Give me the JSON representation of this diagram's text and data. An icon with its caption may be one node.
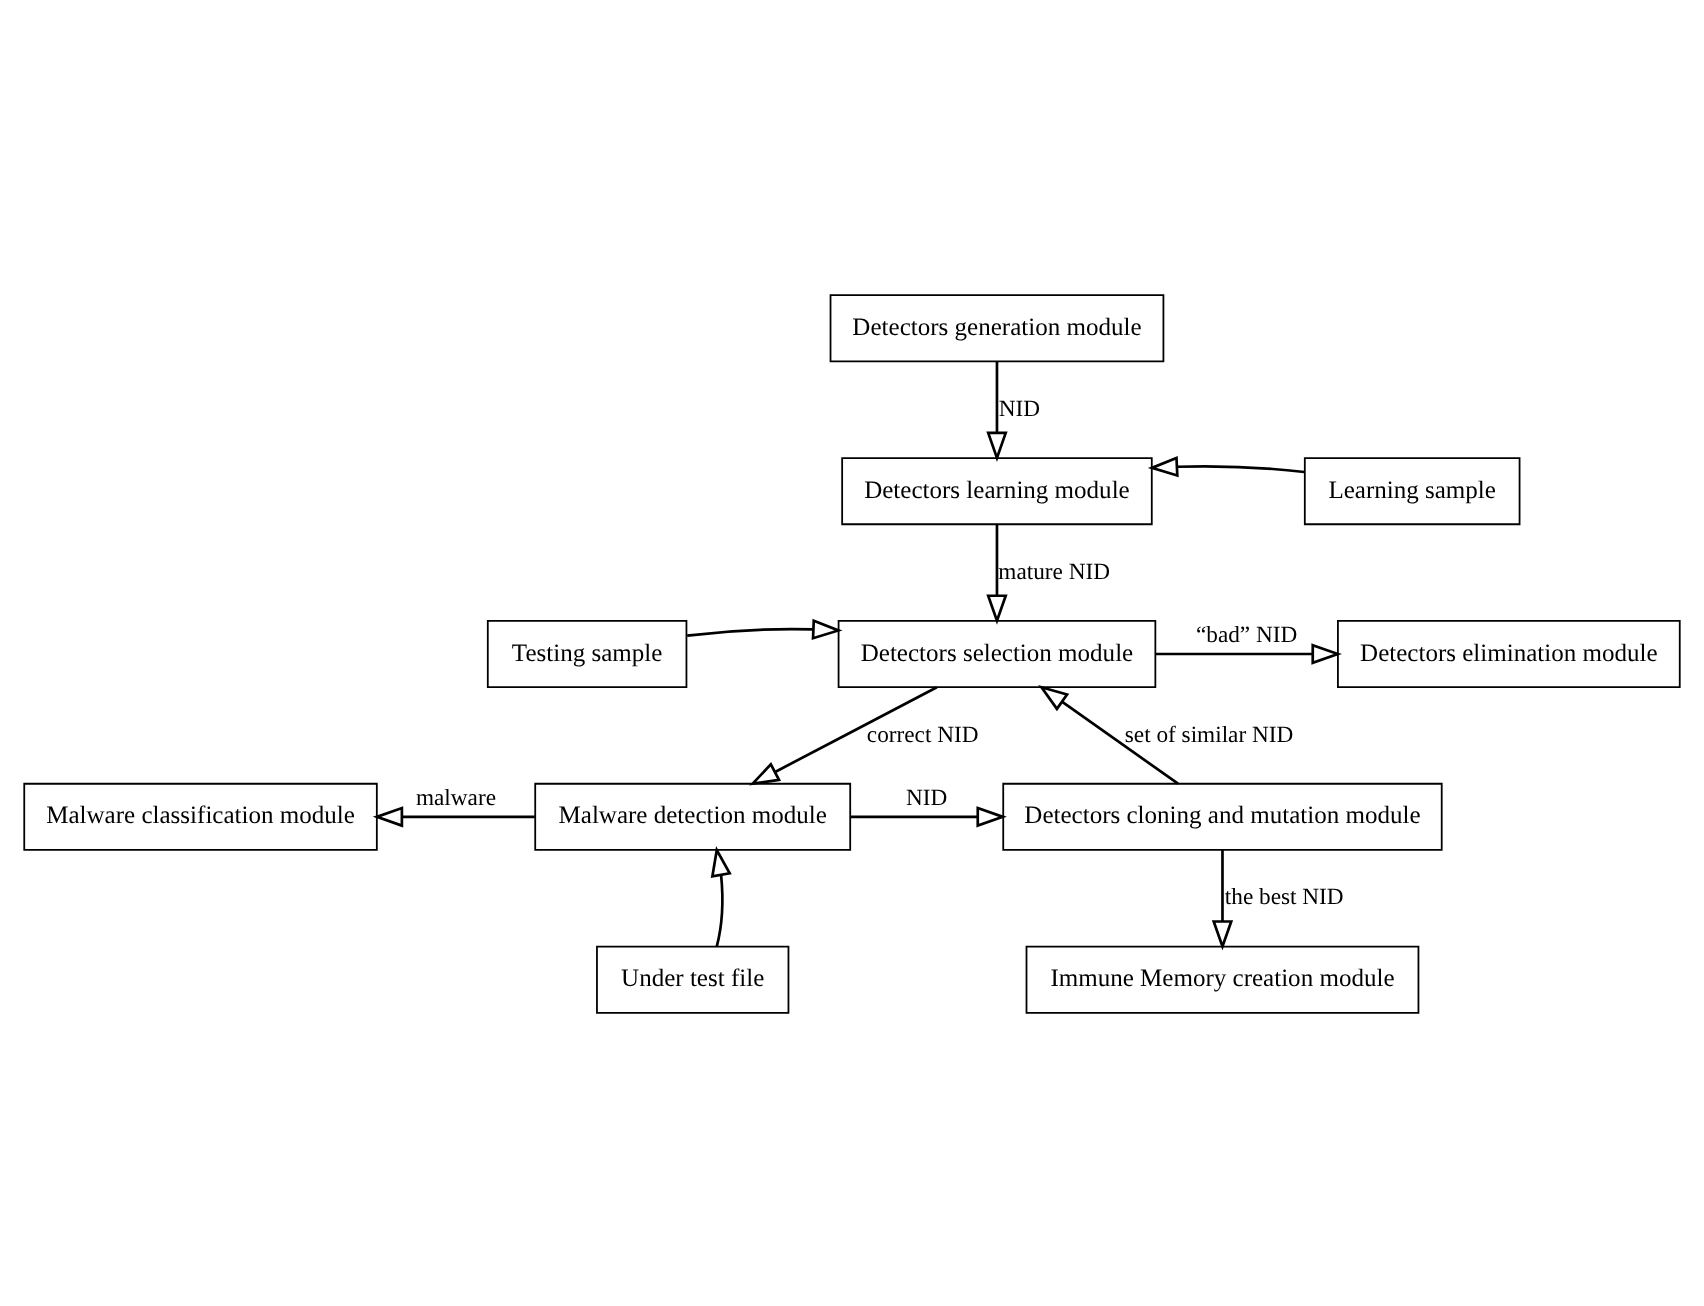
{
  "diagram": {
    "nodes": [
      {
        "text": [
          "Detectors generation module"
        ]
      },
      {
        "text": [
          "Detectors learning module"
        ]
      },
      {
        "text": [
          "Learning sample"
        ]
      },
      {
        "text": [
          "Testing sample"
        ]
      },
      {
        "text": [
          "Detectors selection module"
        ]
      },
      {
        "text": [
          "Detectors elimination module"
        ]
      },
      {
        "text": [
          "Malware classification module"
        ]
      },
      {
        "text": [
          "Malware detection module"
        ]
      },
      {
        "text": [
          "Detectors cloning and mutation module"
        ]
      },
      {
        "text": [
          "Under test file"
        ]
      },
      {
        "text": [
          "Immune Memory creation module"
        ]
      }
    ],
    "edges": [
      {
        "from": 0,
        "to": 1,
        "arrow": "to",
        "label": "NID"
      },
      {
        "from": 2,
        "to": 1,
        "arrow": "to"
      },
      {
        "from": 1,
        "to": 4,
        "arrow": "to",
        "label": "mature NID"
      },
      {
        "from": 3,
        "to": 4,
        "arrow": "to"
      },
      {
        "from": 4,
        "to": 5,
        "arrow": "to",
        "label": "“bad” NID"
      },
      {
        "from": 4,
        "to": 7,
        "arrow": "to",
        "label": "correct NID"
      },
      {
        "from": 8,
        "to": 4,
        "arrow": "to",
        "label": "set of similar NID"
      },
      {
        "from": 7,
        "to": 6,
        "arrow": "to",
        "label": "malware"
      },
      {
        "from": 7,
        "to": 8,
        "arrow": "to",
        "label": "NID"
      },
      {
        "from": 9,
        "to": 7,
        "arrow": "to"
      },
      {
        "from": 8,
        "to": 10,
        "arrow": "to",
        "label": "the best NID"
      }
    ]
  }
}
